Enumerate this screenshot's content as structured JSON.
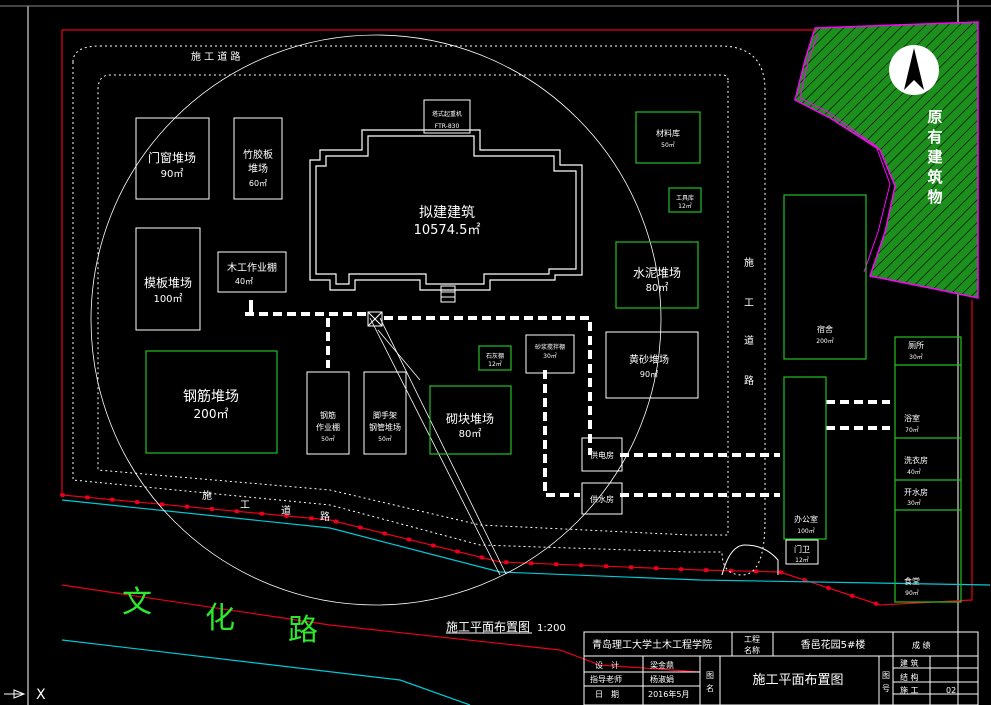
{
  "road_top": "施 工 道 路",
  "road_right": [
    "施",
    "工",
    "道",
    "路"
  ],
  "road_bottom": [
    "施",
    "工",
    "道",
    "路"
  ],
  "street": [
    "文",
    "化",
    "路"
  ],
  "existing_building": [
    "原",
    "有",
    "建",
    "筑",
    "物"
  ],
  "areas": {
    "door_window": [
      "门窗堆场",
      "90㎡"
    ],
    "formwork_board": [
      "竹胶板",
      "堆场",
      "60㎡"
    ],
    "formwork": [
      "模板堆场",
      "100㎡"
    ],
    "carpentry": [
      "木工作业棚",
      "40㎡"
    ],
    "rebar_yard": [
      "钢筋堆场",
      "200㎡"
    ],
    "rebar_shed": [
      "钢筋",
      "作业棚",
      "50㎡"
    ],
    "scaffold": [
      "脚手架",
      "钢管堆场",
      "50㎡"
    ],
    "block": [
      "砌块堆场",
      "80㎡"
    ],
    "mortar": [
      "砂浆搅拌棚",
      "30㎡"
    ],
    "lime": [
      "石灰棚",
      "12㎡"
    ],
    "building": [
      "拟建建筑",
      "10574.5㎡"
    ],
    "crane": [
      "塔式起重机",
      "FTR-830"
    ],
    "material": [
      "材料库",
      "50㎡"
    ],
    "tool": [
      "工具库",
      "12㎡"
    ],
    "cement": [
      "水泥堆场",
      "80㎡"
    ],
    "sand": [
      "黄砂堆场",
      "90㎡"
    ],
    "power": "供电房",
    "water": "供水房",
    "dorm": [
      "宿舍",
      "200㎡"
    ],
    "office": [
      "办公室",
      "100㎡"
    ],
    "guard": [
      "门卫",
      "12㎡"
    ],
    "toilet": [
      "厕所",
      "30㎡"
    ],
    "bath": [
      "浴室",
      "70㎡"
    ],
    "laundry": [
      "洗衣房",
      "40㎡"
    ],
    "boiler": [
      "开水房",
      "30㎡"
    ],
    "canteen": [
      "食堂",
      "90㎡"
    ]
  },
  "plan_title": "施工平面布置图",
  "plan_scale": "1:200",
  "title_block": {
    "school": "青岛理工大学土木工程学院",
    "project_label": [
      "工程",
      "名称"
    ],
    "project_name": "香邑花园5#楼",
    "sign_label": "成 绩",
    "rows": [
      [
        "设　计",
        "梁金鼎"
      ],
      [
        "指导老师",
        "杨淑娟"
      ],
      [
        "日　期",
        "2016年5月"
      ]
    ],
    "drawing_label": [
      "图",
      "名"
    ],
    "drawing_name": "施工平面布置图",
    "number_label": [
      "图",
      "号"
    ],
    "discipline": [
      "建 筑",
      "结 构",
      "施 工"
    ],
    "sheet_no": "02"
  },
  "colors": {
    "boundary_red": "#e8001c",
    "green": "#22a022",
    "cyan": "#00c8d8",
    "magenta": "#ff00ff",
    "white": "#ffffff"
  }
}
